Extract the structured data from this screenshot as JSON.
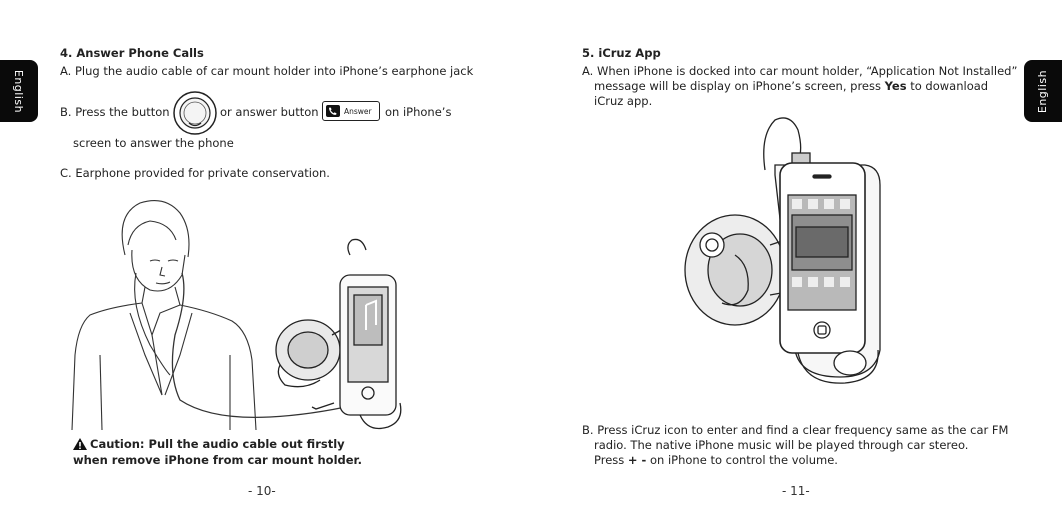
{
  "side_tabs": {
    "left": "English",
    "right": "English"
  },
  "left_page": {
    "heading": "4. Answer Phone Calls",
    "step_a": "A. Plug the audio cable of car mount holder into iPhone’s earphone jack",
    "step_b_part1": "B. Press the button",
    "step_b_part2": "or answer button",
    "answer_button_label": "Answer",
    "step_b_part3": "on iPhone’s",
    "step_b_line2": "screen to answer the phone",
    "step_c": "C. Earphone provided for private conservation.",
    "caution_line1": "Caution: Pull the audio cable out firstly",
    "caution_line2": "when remove iPhone from car mount holder.",
    "page_number": "- 10-"
  },
  "right_page": {
    "heading": "5. iCruz App",
    "step_a_line1": "A. When iPhone is docked into car mount holder, “Application Not Installed”",
    "step_a_line2_pre": "message will be display on iPhone’s screen, press ",
    "step_a_line2_bold": "Yes",
    "step_a_line2_post": " to dowanload",
    "step_a_line3": "iCruz app.",
    "step_b_line1": "B. Press iCruz icon to enter and find a clear frequency same as the car FM",
    "step_b_line2": "radio. The native iPhone music will be played through car stereo.",
    "step_b_line3_pre": "Press ",
    "step_b_line3_bold": "+ -",
    "step_b_line3_post": " on iPhone to control the volume.",
    "page_number": "- 11-"
  }
}
